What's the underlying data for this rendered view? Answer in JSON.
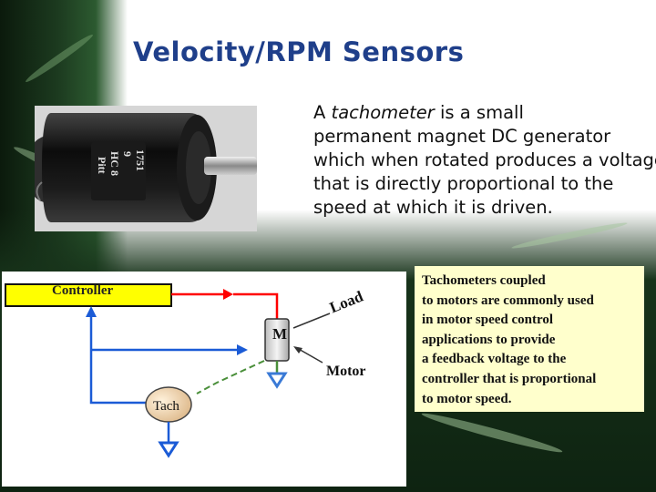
{
  "slide": {
    "title": "Velocity/RPM Sensors",
    "colors": {
      "title": "#1f3f8a",
      "background_dark": "#17331a",
      "controller_box": "#ffff00",
      "callout_bg": "#ffffcc",
      "signal_red": "#ff0000",
      "feedback_blue": "#1b5bd6"
    }
  },
  "description": {
    "line1_pre": "A ",
    "line1_em": "tachometer",
    "line1_post": " is a small",
    "line2": "permanent magnet DC generator",
    "line3": "which when rotated produces a voltage",
    "line4": "that is directly proportional to the",
    "line5": "speed at which it is driven."
  },
  "photo": {
    "label_lines": [
      "Pitt",
      "HC 8",
      "9",
      "1751"
    ]
  },
  "diagram": {
    "controller_label": "Controller",
    "motor_symbol": "M",
    "motor_label": "Motor",
    "load_label": "Load",
    "tach_label": "Tach"
  },
  "callout": {
    "lines": [
      "Tachometers coupled",
      "to motors are commonly used",
      "in motor speed control",
      "applications to provide",
      "a feedback voltage to the",
      "controller that is proportional",
      "to motor speed."
    ]
  }
}
